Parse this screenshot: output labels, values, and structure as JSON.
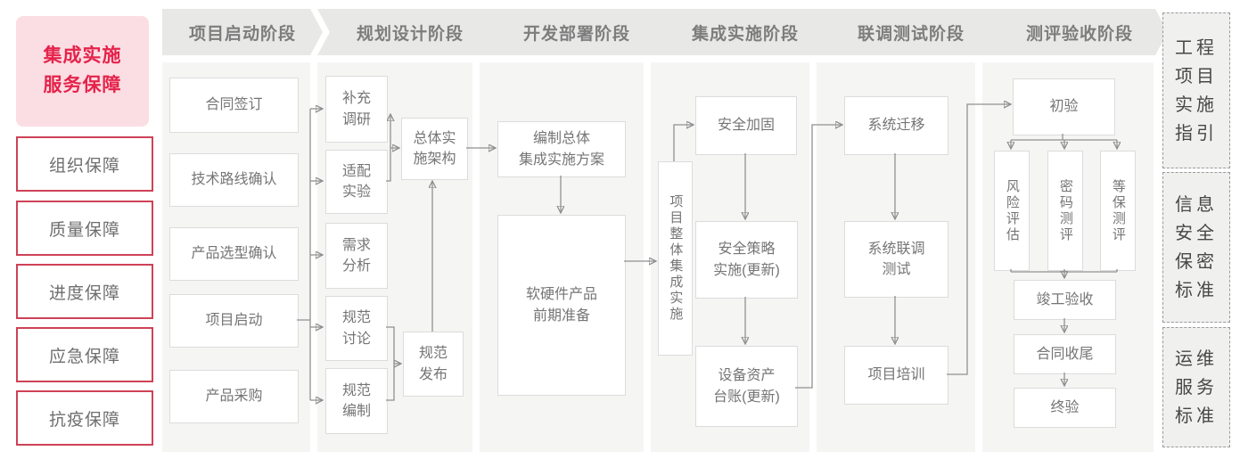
{
  "diagram": {
    "title": "集成实施\n服务保障",
    "guarantees": [
      "组织保障",
      "质量保障",
      "进度保障",
      "应急保障",
      "抗疫保障"
    ],
    "phases": [
      {
        "label": "项目启动阶段",
        "boxes": [
          {
            "label": "合同签订"
          },
          {
            "label": "技术路线确认"
          },
          {
            "label": "产品选型确认"
          },
          {
            "label": "项目启动"
          },
          {
            "label": "产品采购"
          }
        ]
      },
      {
        "label": "规划设计阶段",
        "boxes": [
          {
            "label": "补充\n调研"
          },
          {
            "label": "适配\n实验"
          },
          {
            "label": "需求\n分析"
          },
          {
            "label": "规范\n讨论"
          },
          {
            "label": "规范\n编制"
          },
          {
            "label": "总体实\n施架构"
          },
          {
            "label": "规范\n发布"
          }
        ]
      },
      {
        "label": "开发部署阶段",
        "boxes": [
          {
            "label": "编制总体\n集成实施方案"
          },
          {
            "label": "软硬件产品\n前期准备"
          }
        ]
      },
      {
        "label": "集成实施阶段",
        "boxes": [
          {
            "label": "项目整体集成实施"
          },
          {
            "label": "安全加固"
          },
          {
            "label": "安全策略\n实施(更新)"
          },
          {
            "label": "设备资产\n台账(更新)"
          }
        ]
      },
      {
        "label": "联调测试阶段",
        "boxes": [
          {
            "label": "系统迁移"
          },
          {
            "label": "系统联调\n测试"
          },
          {
            "label": "项目培训"
          }
        ]
      },
      {
        "label": "测评验收阶段",
        "boxes": [
          {
            "label": "初验"
          },
          {
            "label": "风险评估"
          },
          {
            "label": "密码测评"
          },
          {
            "label": "等保测评"
          },
          {
            "label": "竣工验收"
          },
          {
            "label": "合同收尾"
          },
          {
            "label": "终验"
          }
        ]
      }
    ],
    "standards": [
      "工程\n项目\n实施\n指引",
      "信息\n安全\n保密\n标准",
      "运维\n服务\n标准"
    ],
    "colors": {
      "accent_red": "#e5234b",
      "border_red": "#ce4257",
      "pink_bg": "#fbdee3",
      "header_gray": "#e8e8e7",
      "band_gray": "#f5f5f4",
      "line_gray": "#909090",
      "text_gray": "#757575"
    }
  }
}
